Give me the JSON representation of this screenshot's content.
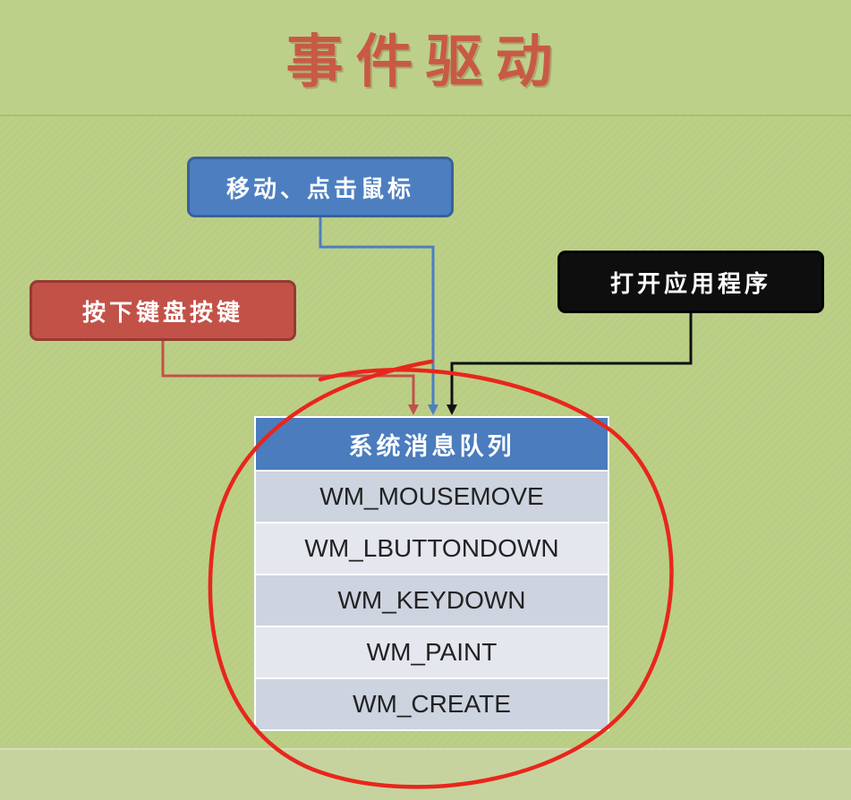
{
  "title": "事件驱动",
  "sources": {
    "mouse": "移动、点击鼠标",
    "keyboard": "按下键盘按键",
    "app": "打开应用程序"
  },
  "queue": {
    "header": "系统消息队列",
    "items": [
      "WM_MOUSEMOVE",
      "WM_LBUTTONDOWN",
      "WM_KEYDOWN",
      "WM_PAINT",
      "WM_CREATE"
    ]
  },
  "colors": {
    "background": "#b9cd83",
    "title": "#c85a45",
    "mouse_box": "#4d7fc0",
    "keyboard_box": "#c25248",
    "app_box": "#0e0e0e",
    "queue_header": "#4a7cbe",
    "annotation_circle": "#e8261c"
  }
}
